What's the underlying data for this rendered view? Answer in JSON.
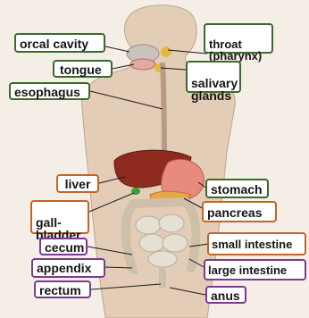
{
  "labels": {
    "oral_cavity": "orcal cavity",
    "tongue": "tongue",
    "esophagus": "esophagus",
    "throat": "throat\n(pharynx)",
    "salivary_glands": "salivary\nglands",
    "liver": "liver",
    "gallbladder": "gall-\nbladder",
    "stomach": "stomach",
    "pancreas": "pancreas",
    "cecum": "cecum",
    "appendix": "appendix",
    "rectum": "rectum",
    "small_intestine": "small intestine",
    "large_intestine": "large intestine",
    "anus": "anus"
  },
  "colors": {
    "background": "#f4eee7",
    "skin": "#e3cdb6",
    "skin_outline": "#bfa58c",
    "group_mouth": "#3a6a2e",
    "group_abdomen_upper": "#c2652a",
    "group_abdomen_lower": "#7c3a8e",
    "liver": "#8e2a1e",
    "stomach": "#e98b7c",
    "pancreas": "#e6a74a",
    "intestine": "#d8d2c4"
  }
}
